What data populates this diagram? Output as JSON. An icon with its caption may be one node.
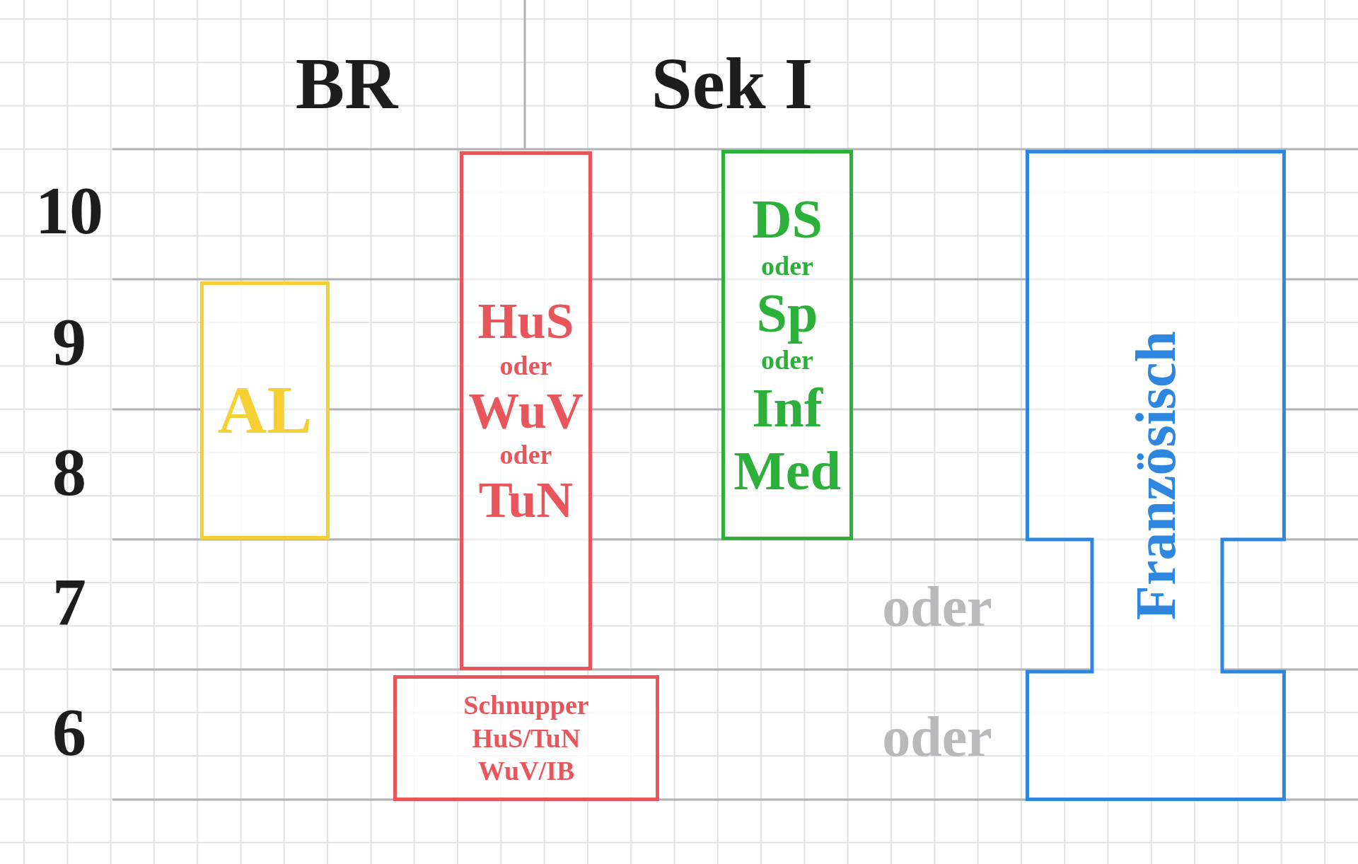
{
  "diagram": {
    "nodes": [
      {
        "text": [
          "AL"
        ]
      },
      {
        "text": [
          "HuS",
          "oder",
          "WuV",
          "oder",
          "TuN"
        ]
      },
      {
        "text": [
          "Schnupper HuS/TuN WuV/IB"
        ]
      },
      {
        "text": [
          "DS",
          "oder",
          "Sp",
          "oder",
          "Inf",
          "Med"
        ]
      },
      {
        "text": [
          "Französisch"
        ]
      }
    ],
    "labels": [
      "BR",
      "Sek I",
      "10",
      "9",
      "8",
      "7",
      "oder",
      "6",
      "oder"
    ]
  }
}
